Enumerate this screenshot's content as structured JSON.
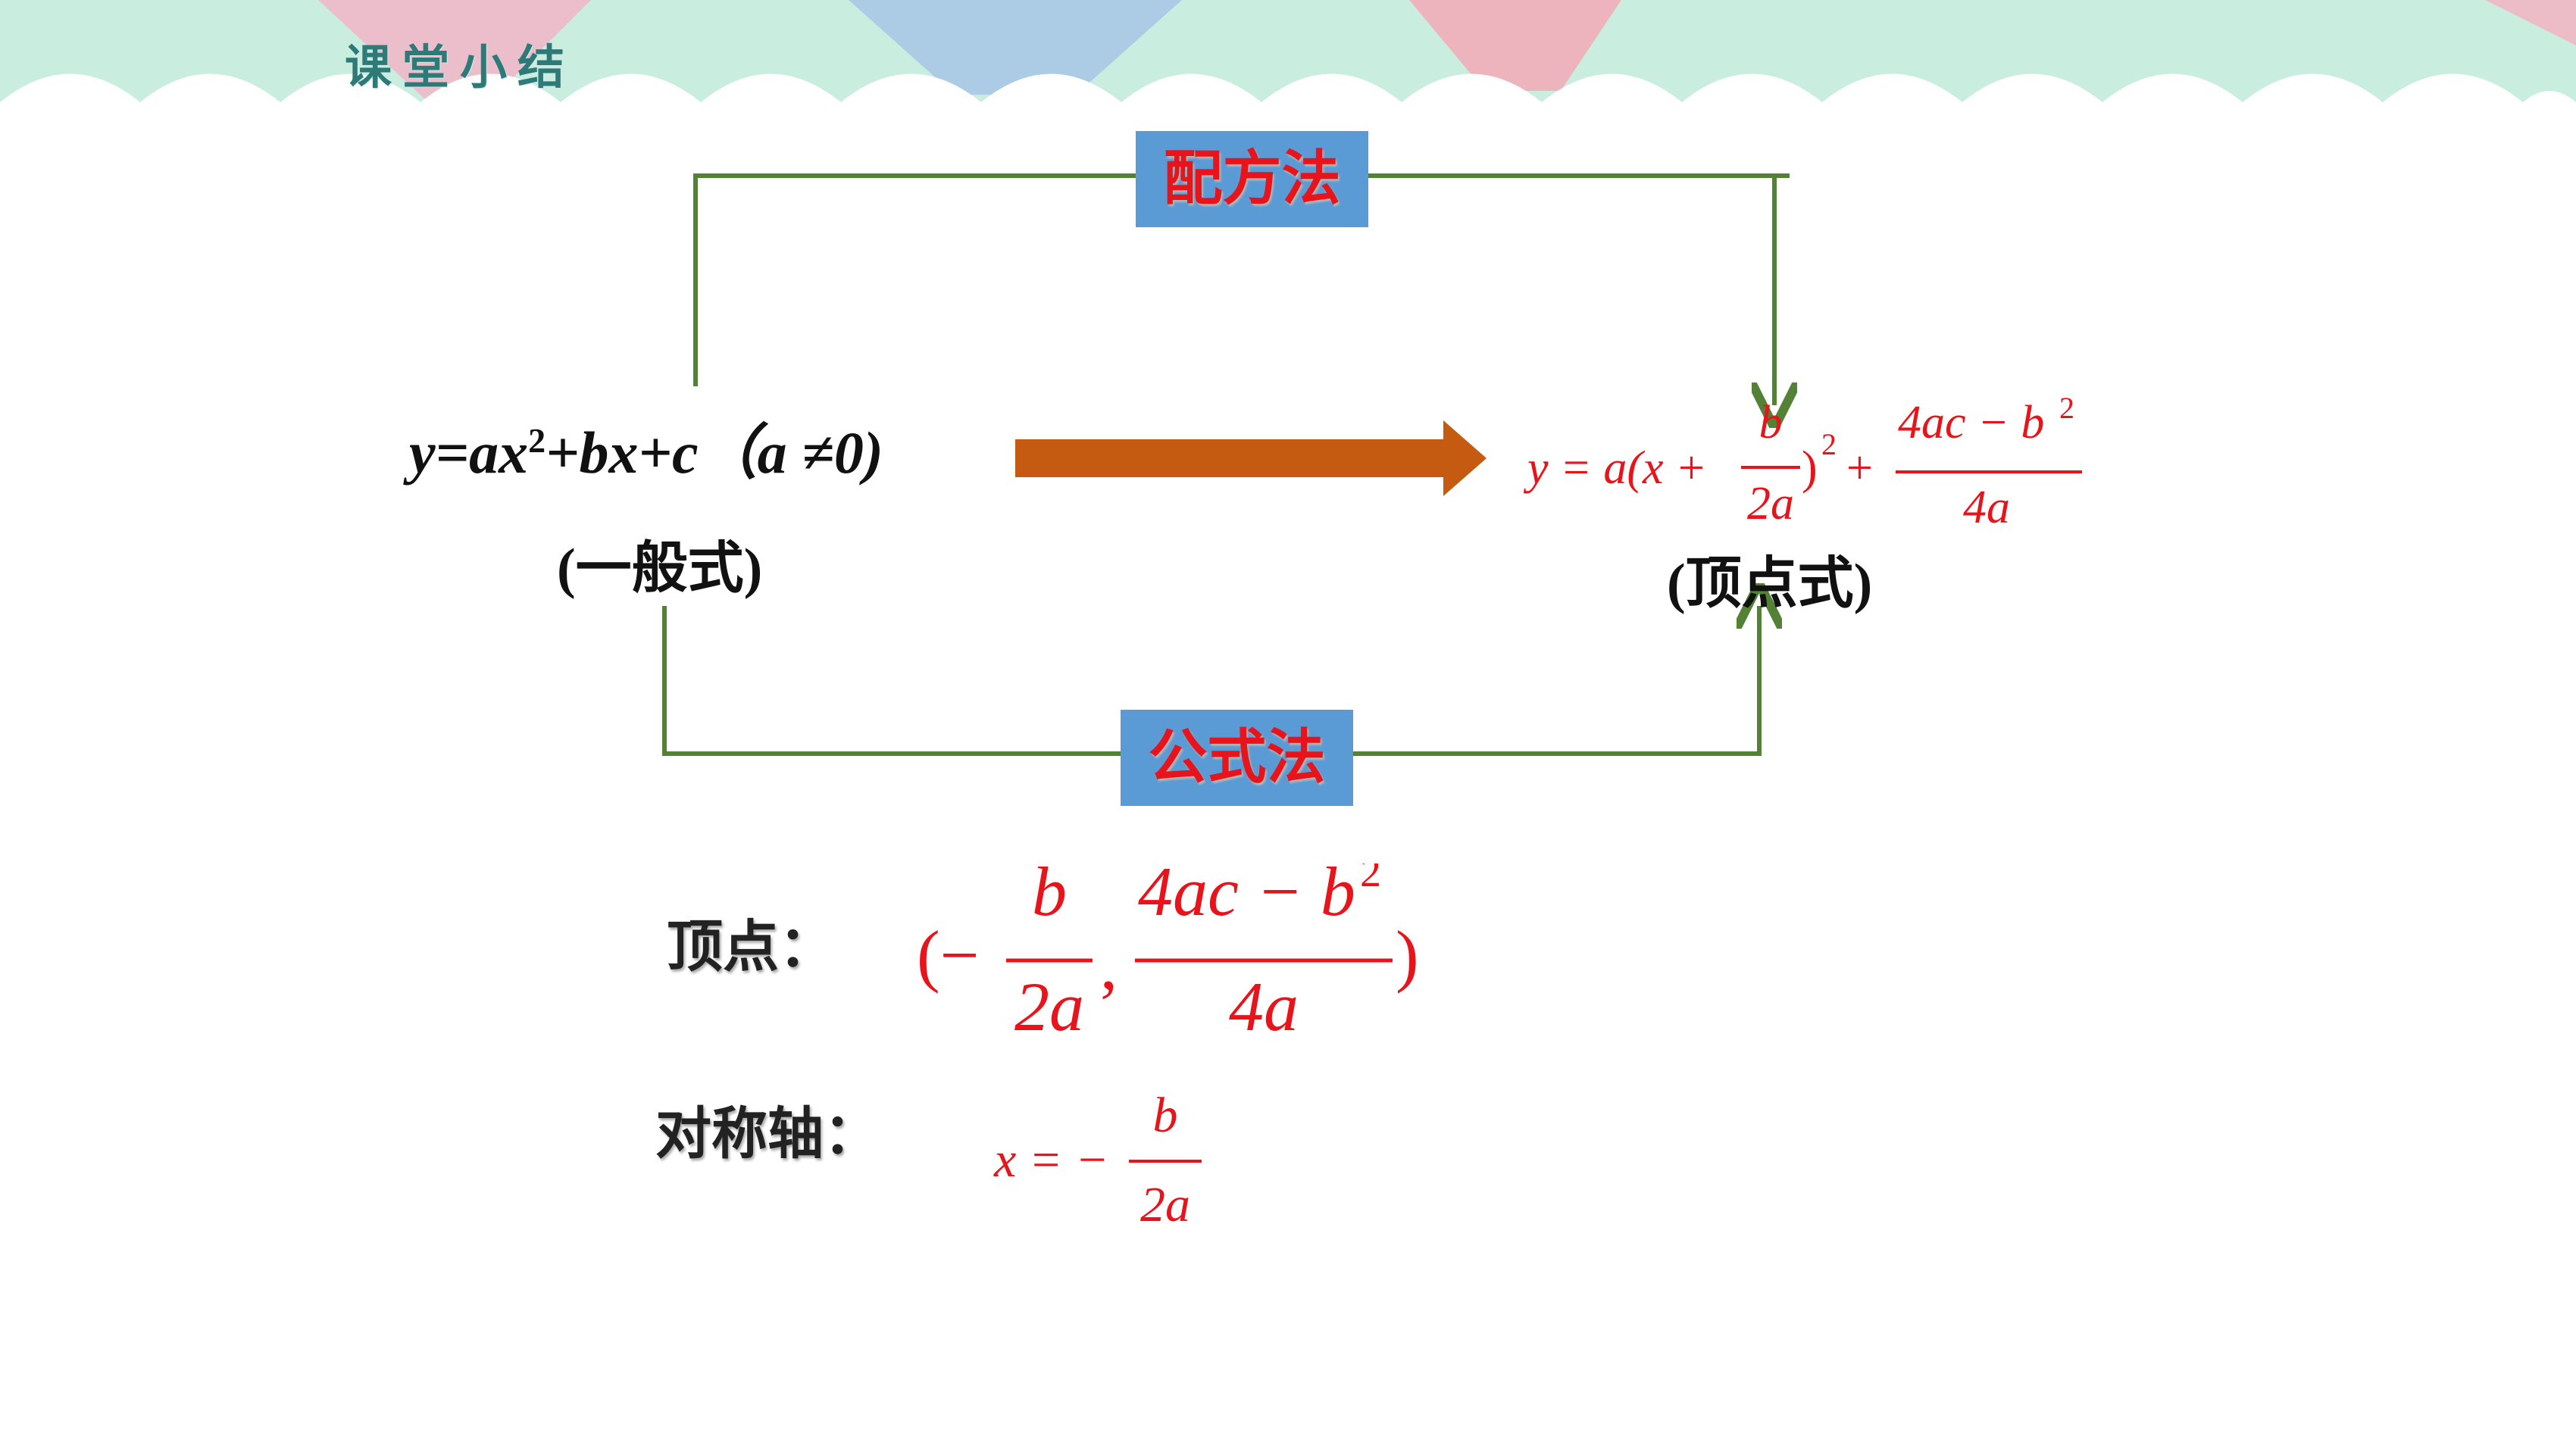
{
  "header": {
    "section_title": "课堂小结"
  },
  "diagram": {
    "method_top": "配方法",
    "method_bottom": "公式法",
    "general_form": {
      "expr_lead": "y=ax",
      "expr_sup": "2",
      "expr_tail": "+bx+c（a ≠0)",
      "label": "(一般式)"
    },
    "vertex_form": {
      "lead": "y = a(x +",
      "frac1_num": "b",
      "frac1_den": "2a",
      "close": ")",
      "sup": "2",
      "plus": "+",
      "frac2_num": "4ac − b",
      "frac2_num_sup": "2",
      "frac2_den": "4a",
      "label": "(顶点式)"
    }
  },
  "vertex": {
    "label": "顶点：",
    "open": "(−",
    "x_num": "b",
    "x_den": "2a",
    "comma": ",",
    "y_num": "4ac − b",
    "y_num_sup": "2",
    "y_den": "4a",
    "close": ")"
  },
  "axis": {
    "label": "对称轴：",
    "lead": "x = −",
    "num": "b",
    "den": "2a"
  },
  "colors": {
    "method_box": "#5b9bd5",
    "method_text": "#e8141c",
    "formula_red": "#e8141c",
    "connector_green": "#538135",
    "big_arrow": "#c55a11",
    "title_teal": "#2e7a78"
  }
}
